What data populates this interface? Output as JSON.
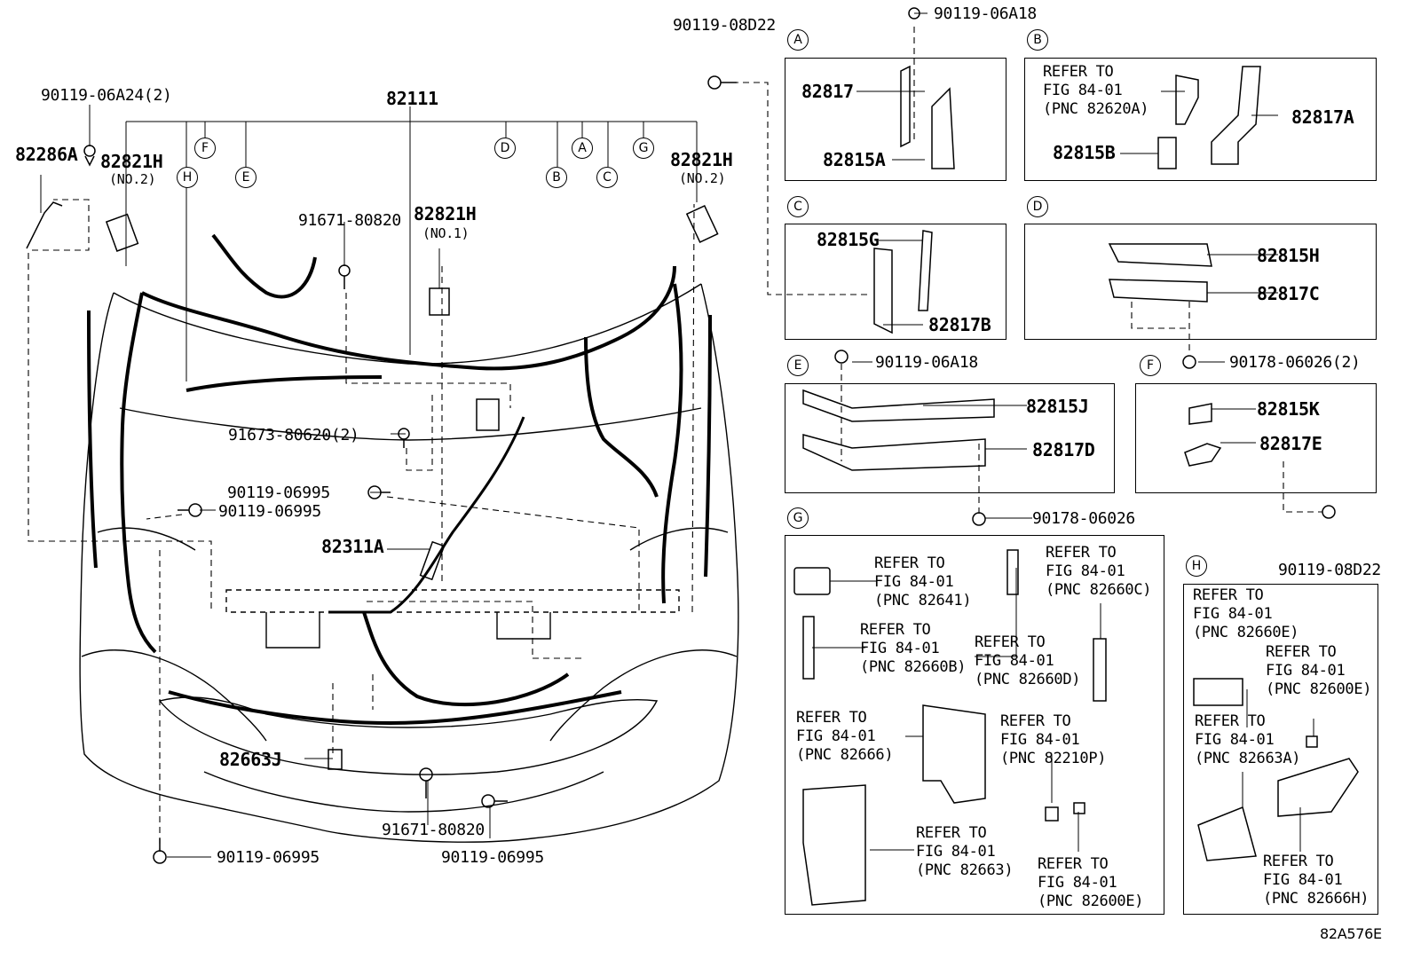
{
  "main": {
    "harness": "82111",
    "bolt_06a24": "90119-06A24(2)",
    "bracket_82286a": "82286A",
    "clamp_left": "82821H",
    "clamp_left_no": "(NO.2)",
    "clamp_right": "82821H",
    "clamp_right_no": "(NO.2)",
    "clamp_center": "82821H",
    "clamp_center_no": "(NO.1)",
    "bolt_top": "90119-08D22",
    "bolt_80820_top": "91671-80820",
    "bolt_80620": "91673-80620(2)",
    "bolt_06995_a": "90119-06995",
    "bolt_06995_b": "90119-06995",
    "wire_82311a": "82311A",
    "relay_82663j": "82663J",
    "bolt_80820_bottom": "91671-80820",
    "bolt_06995_c": "90119-06995",
    "bolt_06995_d": "90119-06995",
    "markers": {
      "h": "H",
      "f": "F",
      "e": "E",
      "d": "D",
      "b": "B",
      "a": "A",
      "c": "C",
      "g": "G"
    }
  },
  "panels": {
    "a": {
      "letter": "A",
      "top_bolt": "90119-06A18",
      "p1": "82817",
      "p2": "82815A"
    },
    "b": {
      "letter": "B",
      "ref": "REFER TO\nFIG 84-01\n(PNC 82620A)",
      "p1": "82817A",
      "p2": "82815B"
    },
    "c": {
      "letter": "C",
      "p1": "82815G",
      "p2": "82817B"
    },
    "d": {
      "letter": "D",
      "p1": "82815H",
      "p2": "82817C",
      "bolt": "90178-06026(2)"
    },
    "e": {
      "letter": "E",
      "bolt": "90119-06A18",
      "p1": "82815J",
      "p2": "82817D",
      "bolt2": "90178-06026"
    },
    "f": {
      "letter": "F",
      "p1": "82815K",
      "p2": "82817E",
      "bolt": "90119-08D22"
    },
    "g": {
      "letter": "G",
      "r1": "REFER TO\nFIG 84-01\n(PNC 82641)",
      "r2": "REFER TO\nFIG 84-01\n(PNC 82660C)",
      "r3": "REFER TO\nFIG 84-01\n(PNC 82660B)",
      "r4": "REFER TO\nFIG 84-01\n(PNC 82660D)",
      "r5": "REFER TO\nFIG 84-01\n(PNC 82666)",
      "r6": "REFER TO\nFIG 84-01\n(PNC 82210P)",
      "r7": "REFER TO\nFIG 84-01\n(PNC 82663)",
      "r8": "REFER TO\nFIG 84-01\n(PNC 82600E)"
    },
    "h": {
      "letter": "H",
      "r1": "REFER TO\nFIG 84-01\n(PNC 82660E)",
      "r2": "REFER TO\nFIG 84-01\n(PNC 82600E)",
      "r3": "REFER TO\nFIG 84-01\n(PNC 82663A)",
      "r4": "REFER TO\nFIG 84-01\n(PNC 82666H)"
    }
  },
  "figure_id": "82A576E"
}
